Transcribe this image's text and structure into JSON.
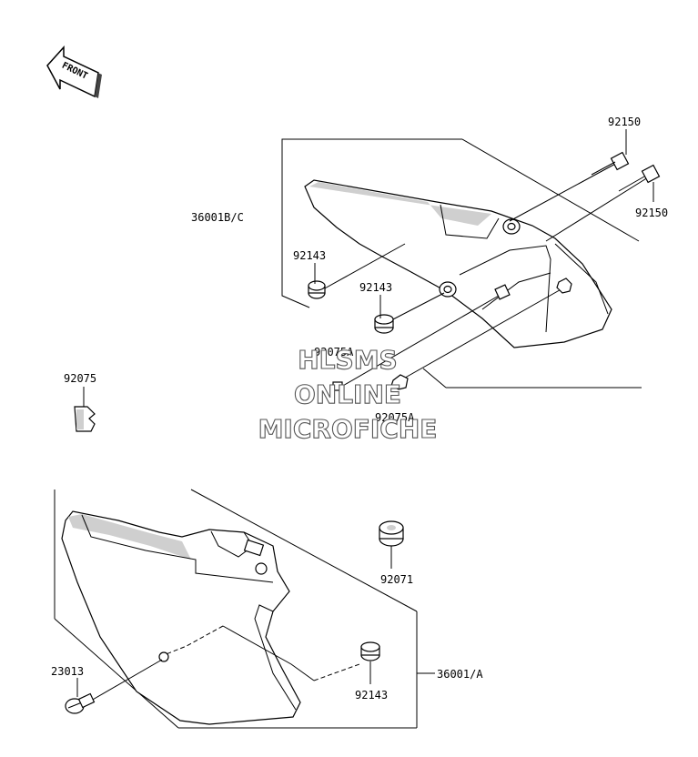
{
  "front_label": "FRONT",
  "part_numbers": {
    "upper_bolt_1": "92150",
    "upper_bolt_2": "92150",
    "upper_cover": "36001B/C",
    "upper_collar_1": "92143",
    "upper_collar_2": "92143",
    "upper_clip": "92075A",
    "loose_clip": "92075",
    "upper_nut": "92075A",
    "grommet": "92071",
    "lower_fastener": "23013",
    "lower_collar": "92143",
    "lower_cover": "36001/A"
  },
  "watermark": {
    "line1": "HLSMS",
    "line2": "ONLINE",
    "line3": "MICROFICHE"
  }
}
